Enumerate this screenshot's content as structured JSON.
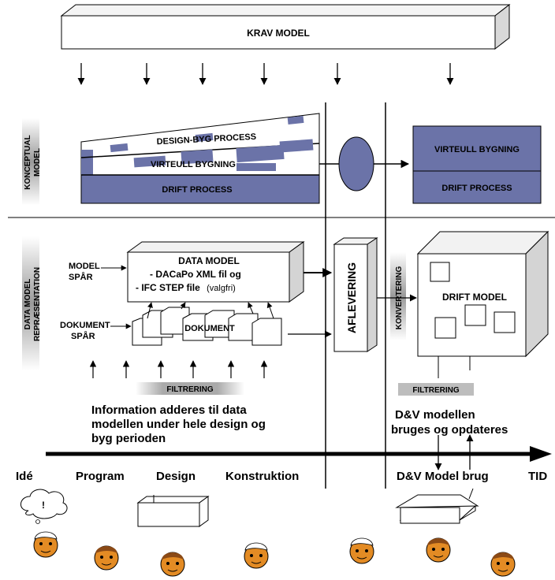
{
  "top_bar": {
    "title": "KRAV MODEL"
  },
  "side_labels": {
    "conceptual_line1": "KONCEPTUAL",
    "conceptual_line2": "MODEL",
    "datamodel_line1": "DATA MODEL",
    "datamodel_line2": "REPRÆSENTATION"
  },
  "conceptual": {
    "wedge_top": "DESIGN-BYG PROCESS",
    "wedge_mid": "VIRTEULL BYGNING",
    "wedge_bottom": "DRIFT PROCESS",
    "right_top": "VIRTEULL BYGNING",
    "right_bottom": "DRIFT PROCESS"
  },
  "data_model": {
    "track_model_line1": "MODEL",
    "track_model_line2": "SPÅR",
    "track_doc_line1": "DOKUMENT",
    "track_doc_line2": "SPÅR",
    "box_title": "DATA MODEL",
    "box_line1": "- DACaPo XML fil  og",
    "box_line2_bold": "- IFC STEP file",
    "box_line2_note": "(valgfri)",
    "documents_label": "DOKUMENT",
    "handover": "AFLEVERING",
    "conversion": "KONVERTERING",
    "drift_model": "DRIFT MODEL",
    "filter_left": "FILTRERING",
    "filter_right": "FILTRERING"
  },
  "notes": {
    "left_line1": "Information adderes til data",
    "left_line2": "modellen under hele design og",
    "left_line3": "byg perioden",
    "right_line1": "D&V modellen",
    "right_line2": "bruges og opdateres"
  },
  "timeline": {
    "phases": [
      "Idé",
      "Program",
      "Design",
      "Konstruktion",
      "D&V Model brug"
    ],
    "axis_label": "TID",
    "idea_bubble": "!"
  },
  "colors": {
    "accent": "#6b73a8",
    "dark_accent": "#5a6296",
    "filter_bg": "#bdbdbd"
  }
}
